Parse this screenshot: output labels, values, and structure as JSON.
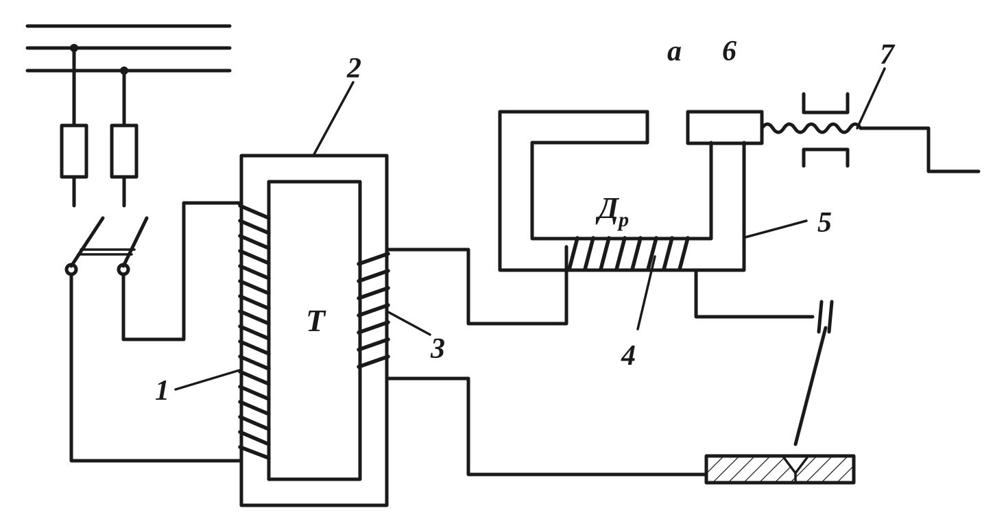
{
  "labels": {
    "primary_winding": "1",
    "core": "2",
    "secondary_winding": "3",
    "choke_winding": "4",
    "choke_core": "5",
    "movable_part": "6",
    "screw": "7",
    "gap": "a",
    "transformer": "T",
    "choke_base": "Д",
    "choke_sub": "р"
  }
}
